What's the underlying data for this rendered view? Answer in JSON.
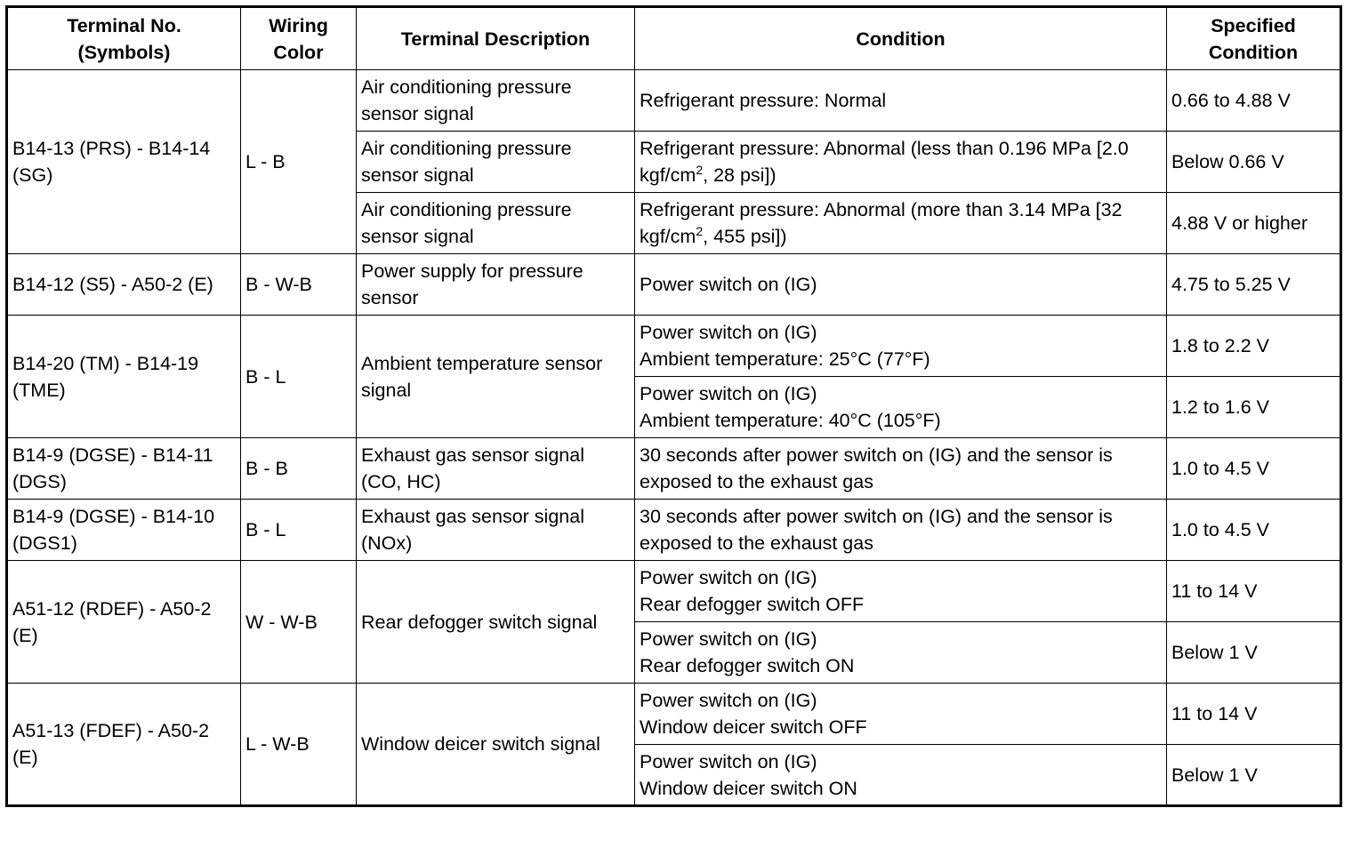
{
  "headers": {
    "terminal": [
      "Terminal No.",
      "(Symbols)"
    ],
    "wiring": [
      "Wiring",
      "Color"
    ],
    "description": "Terminal Description",
    "condition": "Condition",
    "specified": [
      "Specified",
      "Condition"
    ]
  },
  "groups": [
    {
      "terminal": "B14-13 (PRS) - B14-14 (SG)",
      "wiring": "L - B",
      "rows": [
        {
          "description": "Air conditioning pressure sensor signal",
          "condition": [
            "Refrigerant pressure: Normal"
          ],
          "specified": "0.66 to 4.88 V"
        },
        {
          "description": "Air conditioning pressure sensor signal",
          "condition_parts": [
            "Refrigerant pressure: Abnormal (less than 0.196 MPa [2.0 kgf/cm",
            "2",
            ", 28 psi])"
          ],
          "specified": "Below 0.66 V"
        },
        {
          "description": "Air conditioning pressure sensor signal",
          "condition_parts": [
            "Refrigerant pressure: Abnormal (more than 3.14 MPa [32 kgf/cm",
            "2",
            ", 455 psi])"
          ],
          "specified": "4.88 V or higher"
        }
      ]
    },
    {
      "terminal": "B14-12 (S5) - A50-2 (E)",
      "wiring": "B - W-B",
      "description": "Power supply for pressure sensor",
      "rows": [
        {
          "condition": [
            "Power switch on (IG)"
          ],
          "specified": "4.75 to 5.25 V"
        }
      ]
    },
    {
      "terminal": "B14-20 (TM) - B14-19 (TME)",
      "wiring": "B - L",
      "description": "Ambient temperature sensor signal",
      "rows": [
        {
          "condition": [
            "Power switch on (IG)",
            "Ambient temperature: 25°C (77°F)"
          ],
          "specified": "1.8 to 2.2 V"
        },
        {
          "condition": [
            "Power switch on (IG)",
            "Ambient temperature: 40°C (105°F)"
          ],
          "specified": "1.2 to 1.6 V"
        }
      ]
    },
    {
      "terminal": "B14-9 (DGSE) - B14-11 (DGS)",
      "wiring": "B - B",
      "description": "Exhaust gas sensor signal (CO, HC)",
      "rows": [
        {
          "condition": [
            "30 seconds after power switch on (IG) and the sensor is exposed to the exhaust gas"
          ],
          "specified": "1.0 to 4.5 V"
        }
      ]
    },
    {
      "terminal": "B14-9 (DGSE) - B14-10 (DGS1)",
      "wiring": "B - L",
      "description": "Exhaust gas sensor signal (NOx)",
      "rows": [
        {
          "condition": [
            "30 seconds after power switch on (IG) and the sensor is exposed to the exhaust gas"
          ],
          "specified": "1.0 to 4.5 V"
        }
      ]
    },
    {
      "terminal": "A51-12 (RDEF) - A50-2 (E)",
      "wiring": "W - W-B",
      "description": "Rear defogger switch signal",
      "rows": [
        {
          "condition": [
            "Power switch on (IG)",
            "Rear defogger switch OFF"
          ],
          "specified": "11 to 14 V"
        },
        {
          "condition": [
            "Power switch on (IG)",
            "Rear defogger switch ON"
          ],
          "specified": "Below 1 V"
        }
      ]
    },
    {
      "terminal": "A51-13 (FDEF) - A50-2 (E)",
      "wiring": "L - W-B",
      "description": "Window deicer switch signal",
      "rows": [
        {
          "condition": [
            "Power switch on (IG)",
            "Window deicer switch OFF"
          ],
          "specified": "11 to 14 V"
        },
        {
          "condition": [
            "Power switch on (IG)",
            "Window deicer switch ON"
          ],
          "specified": "Below 1 V"
        }
      ]
    }
  ]
}
